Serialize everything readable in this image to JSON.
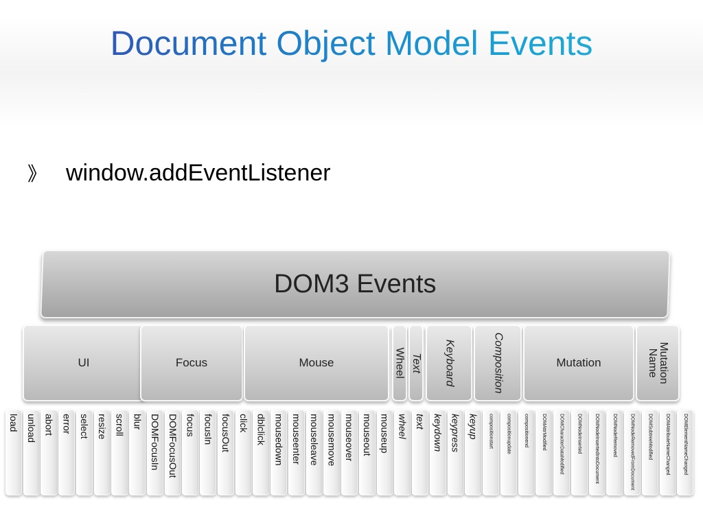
{
  "title": "Document Object Model Events",
  "bullet": {
    "mark": "》",
    "text": "window.addEventListener"
  },
  "diagram": {
    "root": "DOM3 Events",
    "groups": [
      {
        "label": "UI",
        "vertical": false
      },
      {
        "label": "Focus",
        "vertical": false
      },
      {
        "label": "Mouse",
        "vertical": false
      },
      {
        "label": "Wheel",
        "vertical": true
      },
      {
        "label": "Text",
        "vertical": true
      },
      {
        "label": "Keyboard",
        "vertical": true
      },
      {
        "label": "Composition",
        "vertical": true
      },
      {
        "label": "Mutation",
        "vertical": false
      },
      {
        "label": "Mutation Name",
        "vertical": true
      }
    ],
    "leaves": [
      "load",
      "unload",
      "abort",
      "error",
      "select",
      "resize",
      "scroll",
      "blur",
      "DOMFocusIn",
      "DOMFocusOut",
      "focus",
      "focusIn",
      "focusOut",
      "click",
      "dblclick",
      "mousedown",
      "mouseenter",
      "mouseleave",
      "mousemove",
      "mouseover",
      "mouseout",
      "mouseup",
      "wheel",
      "text",
      "keydown",
      "keypress",
      "keyup",
      "compositionstart",
      "compositionupdate",
      "compositionend",
      "DOMAttrModified",
      "DOMCharacterDataModified",
      "DOMNodeInserted",
      "DOMNodeInsertedIntoDocument",
      "DOMNodeRemoved",
      "DOMNodeRemovedFromDocument",
      "DOMSubtreeModified",
      "DOMAttributeNameChanged",
      "DOMElementNameChanged"
    ]
  }
}
